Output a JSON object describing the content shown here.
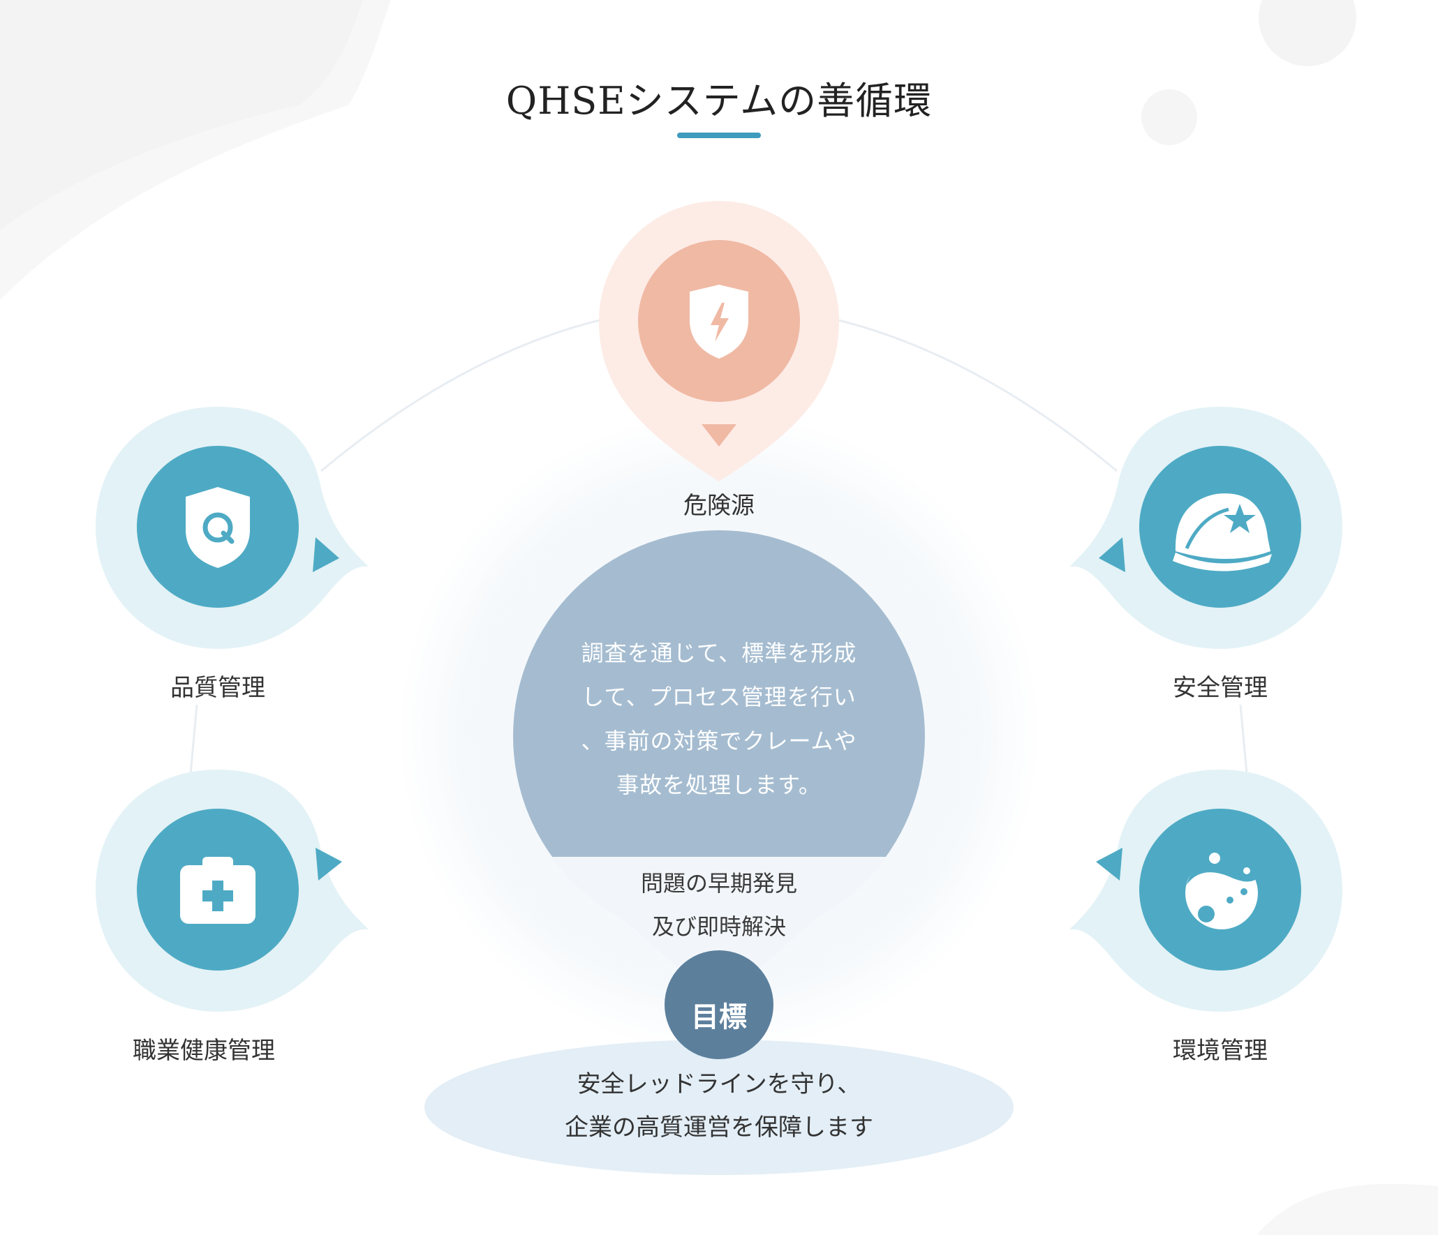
{
  "title": "QHSEシステムの善循環",
  "center": {
    "top_label": "危険源",
    "description_lines": [
      "調査を通じて、標準を形成",
      "して、プロセス管理を行い",
      "、事前の対策でクレームや",
      "事故を処理します。"
    ],
    "sub_lines": [
      "問題の早期発見",
      "及び即時解決"
    ],
    "target_label": "目標",
    "goal_lines": [
      "安全レッドラインを守り、",
      "企業の高質運営を保障します"
    ]
  },
  "nodes": {
    "quality": {
      "label": "品質管理",
      "icon": "shield-q-icon"
    },
    "health": {
      "label": "職業健康管理",
      "icon": "first-aid-kit-icon"
    },
    "safety": {
      "label": "安全管理",
      "icon": "hard-hat-icon"
    },
    "environment": {
      "label": "環境管理",
      "icon": "planet-icon"
    },
    "hazard": {
      "icon": "shield-bolt-icon"
    }
  },
  "colors": {
    "accent": "#3d9bbd",
    "teal": "#4eaac4",
    "teal_light": "#e3f2f6",
    "coral": "#f0b9a4",
    "coral_light": "#fdece6",
    "center_circle": "#a5bcd0",
    "target": "#5c7f9c",
    "goal_ellipse": "#e3eef6"
  }
}
